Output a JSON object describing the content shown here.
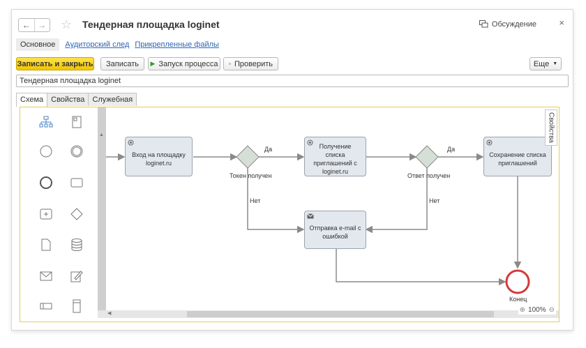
{
  "window": {
    "title": "Тендерная площадка loginet",
    "discussion_label": "Обсуждение",
    "close_glyph": "×",
    "back_glyph": "←",
    "forward_glyph": "→",
    "star_glyph": "☆"
  },
  "subtabs": {
    "main": "Основное",
    "audit": "Аудиторский след",
    "files": "Прикрепленные файлы"
  },
  "toolbar": {
    "save_close": "Записать и закрыть",
    "save": "Записать",
    "start_process": "Запуск процесса",
    "check": "Проверить",
    "more": "Еще"
  },
  "name_field": {
    "value": "Тендерная площадка loginet"
  },
  "panel_tabs": {
    "schema": "Схема",
    "properties": "Свойства",
    "service": "Служебная"
  },
  "palette_items": [
    "structure-icon",
    "note-icon",
    "start-event-icon",
    "intermediate-event-icon",
    "end-event-icon",
    "task-icon",
    "subprocess-icon",
    "gateway-icon",
    "document-icon",
    "database-icon",
    "message-icon",
    "edit-icon",
    "lane-icon",
    "pool-icon"
  ],
  "diagram": {
    "tasks": {
      "login": "Вход на площадку loginet.ru",
      "get_invites": "Получение списка приглашений с loginet.ru",
      "save_invites": "Сохранение списка приглашений",
      "send_email": "Отправка e-mail с ошибкой"
    },
    "gateway_labels": {
      "token": "Токен получен",
      "answer": "Ответ получен"
    },
    "flow_labels": {
      "yes1": "Да",
      "yes2": "Да",
      "no1": "Нет",
      "no2": "Нет"
    },
    "end_label": "Конец"
  },
  "properties_tab": "Свойства",
  "zoom": {
    "level": "100%"
  },
  "colors": {
    "primary": "#f5cc00",
    "gateway": "#d6dfd6",
    "task": "#e2e8ee",
    "end_event": "#d33a3a",
    "frame": "#e3cd57"
  }
}
